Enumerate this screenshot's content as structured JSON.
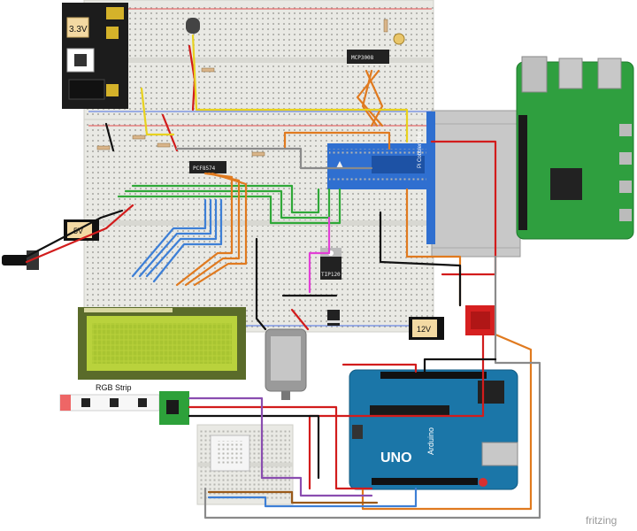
{
  "labels": {
    "v33": "3.3V",
    "v5": "5V",
    "v12": "12V",
    "rgb": "RGB Strip",
    "pcf": "PCF8574",
    "mcp": "MCP3008",
    "tip": "TIP120",
    "cobbler": "Pi Cobbler Plus",
    "uno": "UNO",
    "arduino": "Arduino",
    "fritzing": "fritzing"
  },
  "colors": {
    "breadboard": "#e9e9e4",
    "pi": "#2f9f3f",
    "arduino": "#1b76a8",
    "lcd": "#b9d23c",
    "cobbler": "#2f6fd0",
    "wire_red": "#d21c1c",
    "wire_black": "#111111",
    "wire_orange": "#e07a1f",
    "wire_green": "#2fa838",
    "wire_blue": "#3d7fd6",
    "wire_yellow": "#e8d21e",
    "wire_gray": "#8a8a8a",
    "wire_magenta": "#e23fd6",
    "wire_brown": "#9a5a1a",
    "wire_purple": "#8a4db0"
  }
}
